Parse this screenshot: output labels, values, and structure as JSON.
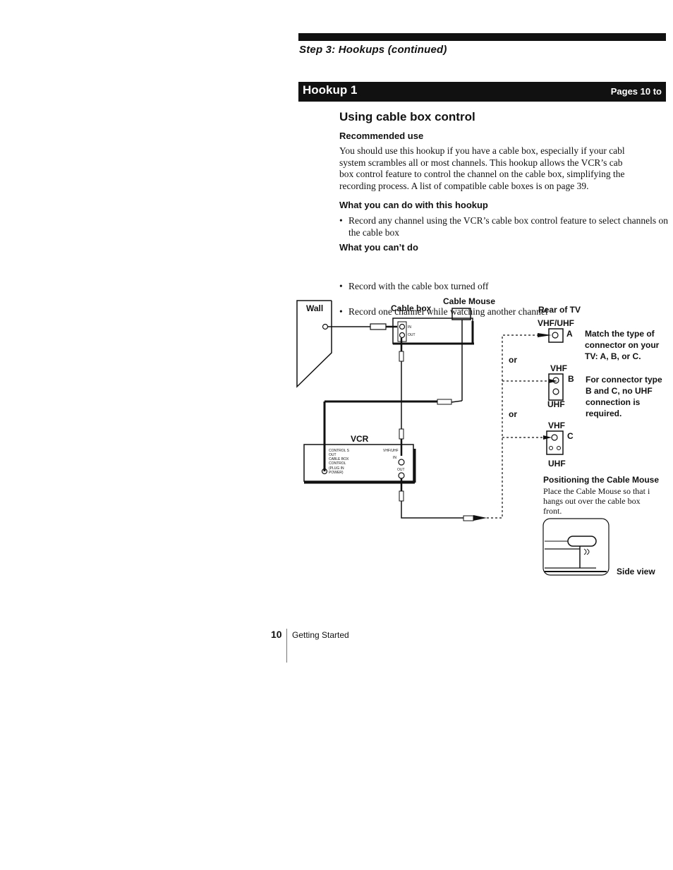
{
  "header": {
    "step_title": "Step 3: Hookups (continued)",
    "hookup_label": "Hookup 1",
    "pages_label": "Pages 10 to"
  },
  "content": {
    "section_title": "Using cable box control",
    "recommended_heading": "Recommended use",
    "recommended_lines": [
      "You should use this hookup if you have a cable box, especially if your cabl",
      "system scrambles all or most channels.  This hookup allows the VCR’s cab",
      "box control feature to control the channel on the cable box, simplifying the",
      "recording process.  A list of compatible cable boxes is on page 39."
    ],
    "can_do_heading": "What you can do with this hookup",
    "can_do_items": [
      "Record any channel using the VCR’s cable box control feature to select channels on the cable box"
    ],
    "cant_do_heading": "What you can’t do",
    "cant_do_items": [
      "Record with the cable box turned off",
      "Record one channel while watching another channel"
    ]
  },
  "diagram": {
    "wall": "Wall",
    "cable_box": "Cable box",
    "cable_mouse": "Cable Mouse",
    "in": "IN",
    "out": "OUT",
    "vcr": "VCR",
    "control_s_out": "CONTROL S OUT",
    "cable_box_control": "CABLE BOX CONTROL",
    "plug_in_power": "(PLUG IN POWER)",
    "vhf_uhf_small": "VHF/UHF",
    "vcr_in": "IN",
    "vcr_out": "OUT",
    "rear_of_tv": "Rear of TV",
    "vhf_uhf": "VHF/UHF",
    "a": "A",
    "or1": "or",
    "vhf_b": "VHF",
    "b": "B",
    "uhf_b": "UHF",
    "or2": "or",
    "vhf_c": "VHF",
    "c": "C",
    "uhf_c": "UHF",
    "match_note": [
      "Match the type of",
      "connector on your",
      "TV: A, B, or C."
    ],
    "bc_note": [
      "For connector type",
      "B and C, no UHF",
      "connection is",
      "required."
    ],
    "positioning_heading": "Positioning the Cable Mouse",
    "positioning_lines": [
      "Place the Cable Mouse so that i",
      "hangs out over the cable box",
      "front."
    ],
    "side_view": "Side view"
  },
  "footer": {
    "page_number": "10",
    "section": "Getting Started"
  }
}
